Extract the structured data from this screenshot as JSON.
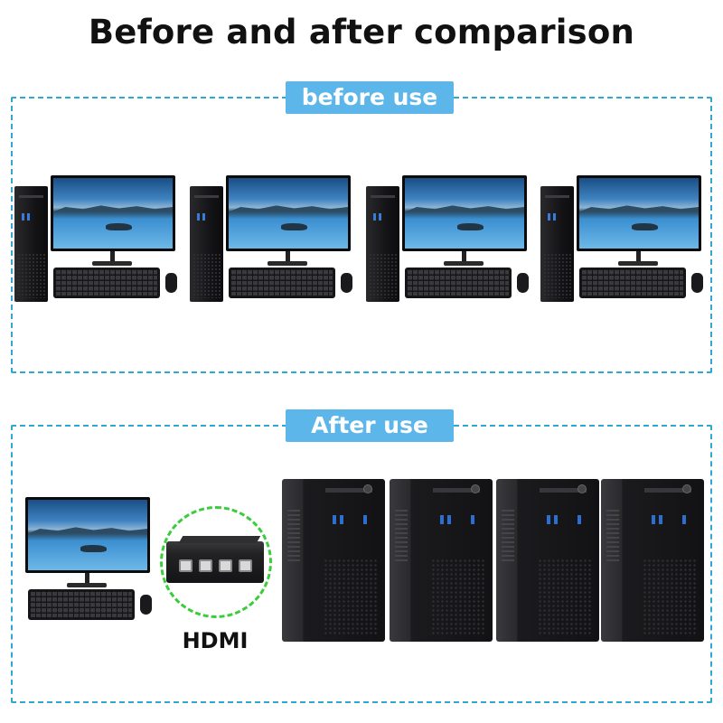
{
  "title": "Before and after comparison",
  "before_section": {
    "label": "before use"
  },
  "after_section": {
    "label": "After use",
    "switch_label": "HDMI"
  },
  "colors": {
    "panel_border": "#2fa8d6",
    "tag_background": "#5cb6ea",
    "tag_text": "#ffffff",
    "switch_ring": "#3bcc3b"
  },
  "icons": [
    "desktop-computer-icon",
    "monitor-icon",
    "keyboard-icon",
    "mouse-icon",
    "kvm-switch-icon",
    "pc-tower-icon"
  ]
}
